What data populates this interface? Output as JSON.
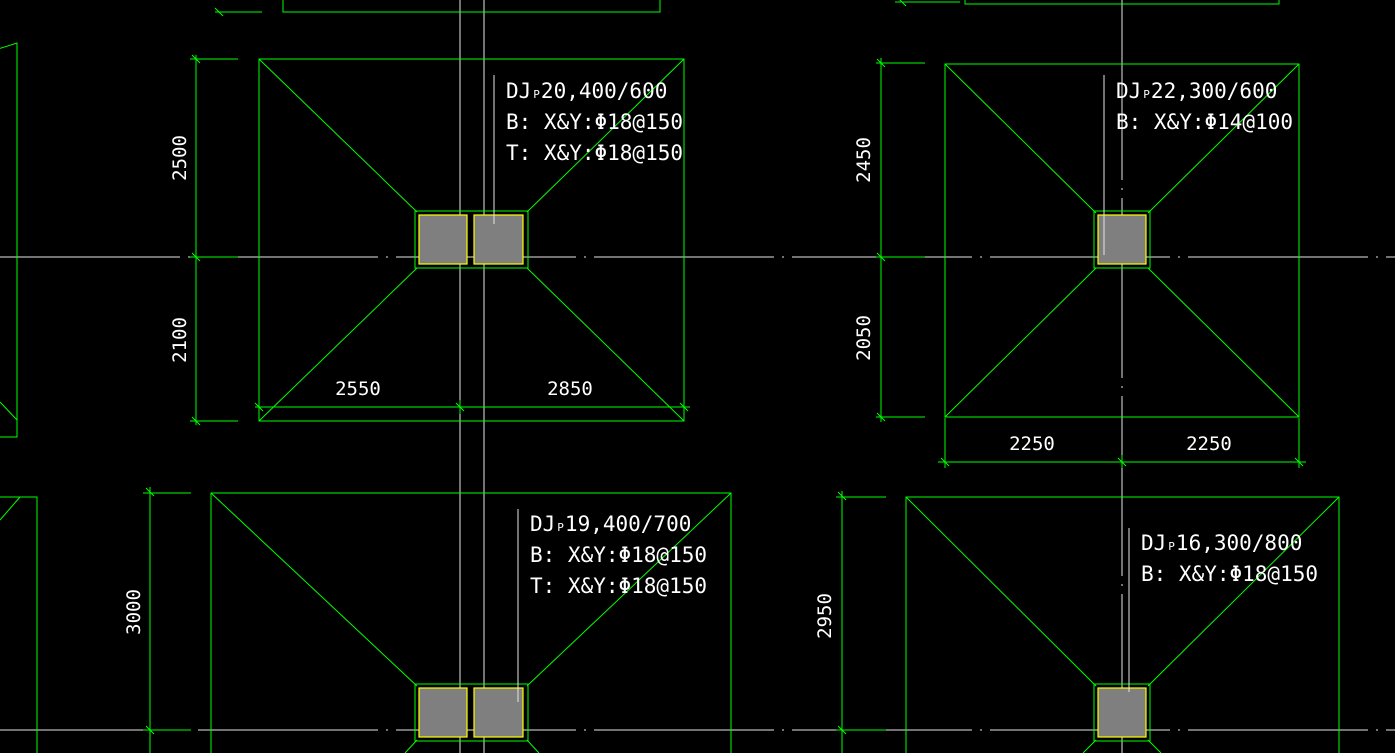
{
  "footings": [
    {
      "label": {
        "code": "DJ",
        "sub": "P",
        "rest": "20,400/600"
      },
      "b_line": "B: X&Y:Φ18@150",
      "t_line": "T: X&Y:Φ18@150",
      "dims": {
        "top": "2500",
        "bottom": "2100",
        "left": "2550",
        "right": "2850"
      }
    },
    {
      "label": {
        "code": "DJ",
        "sub": "P",
        "rest": "22,300/600"
      },
      "b_line": "B: X&Y:Φ14@100",
      "dims": {
        "top": "2450",
        "bottom": "2050",
        "left": "2250",
        "right": "2250"
      }
    },
    {
      "label": {
        "code": "DJ",
        "sub": "P",
        "rest": "19,400/700"
      },
      "b_line": "B: X&Y:Φ18@150",
      "t_line": "T: X&Y:Φ18@150",
      "dims": {
        "height": "3000"
      }
    },
    {
      "label": {
        "code": "DJ",
        "sub": "P",
        "rest": "16,300/800"
      },
      "b_line": "B: X&Y:Φ18@150",
      "dims": {
        "height": "2950"
      }
    }
  ],
  "colors": {
    "background": "#000000",
    "outline": "#00ff00",
    "axis": "#e6e6e6",
    "column_fill": "#7f7f7f",
    "column_edge": "#ffff00",
    "text": "#ffffff"
  }
}
